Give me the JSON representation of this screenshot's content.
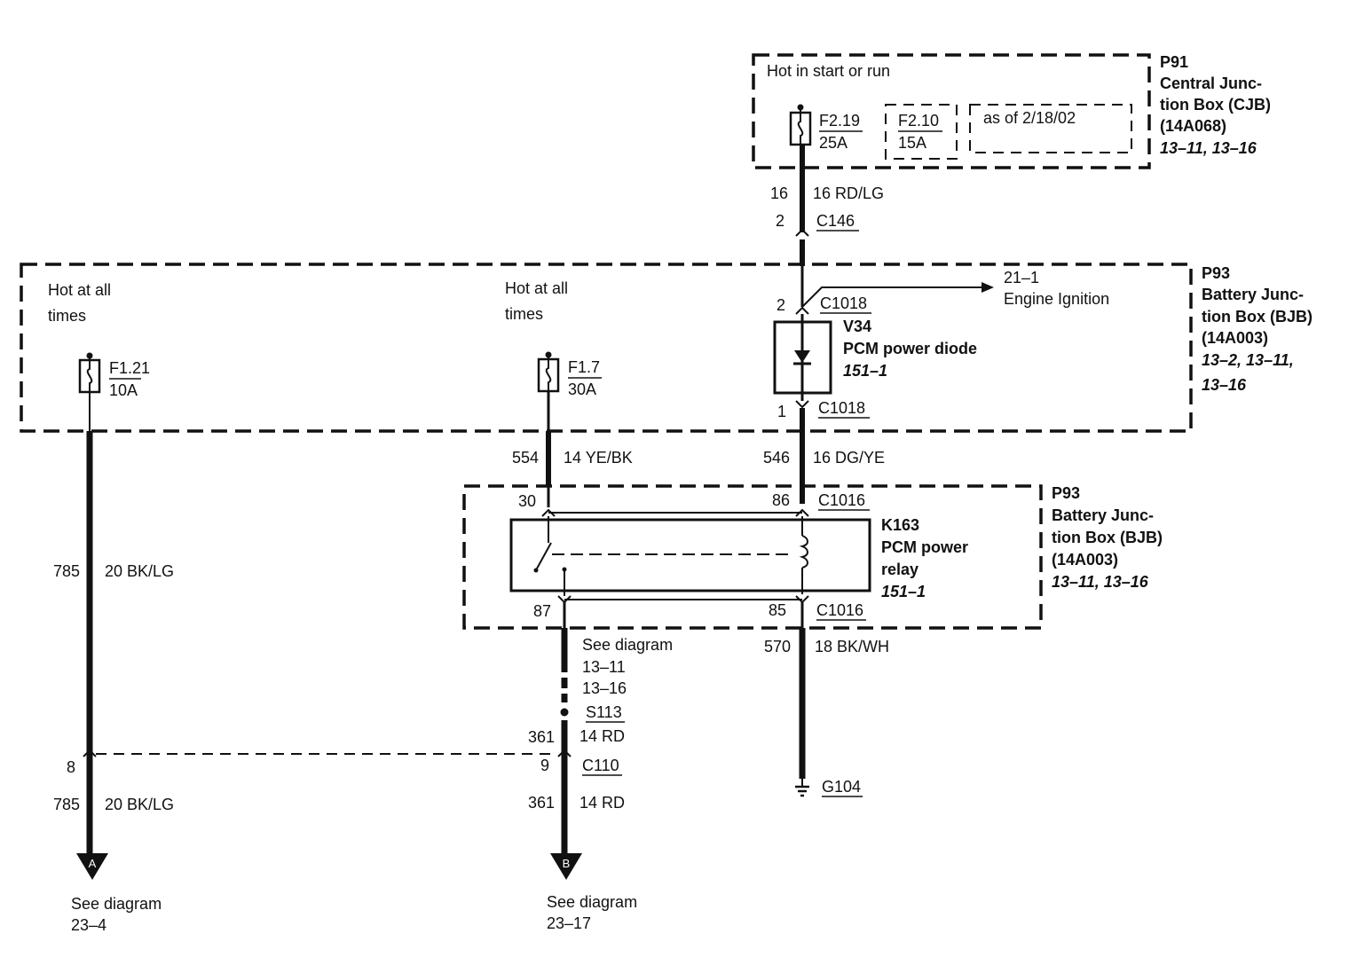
{
  "junction_boxes": {
    "cjb": {
      "id": "P91",
      "name_line1": "Central Junc-",
      "name_line2": "tion Box (CJB)",
      "part": "(14A068)",
      "refs": "13–11, 13–16",
      "supply": "Hot in start or run"
    },
    "bjb_upper": {
      "id": "P93",
      "name_line1": "Battery Junc-",
      "name_line2": "tion Box (BJB)",
      "part": "(14A003)",
      "refs_line1": "13–2, 13–11,",
      "refs_line2": "13–16"
    },
    "bjb_relay": {
      "id": "P93",
      "name_line1": "Battery Junc-",
      "name_line2": "tion Box (BJB)",
      "part": "(14A003)",
      "refs": "13–11, 13–16"
    }
  },
  "fuses": [
    {
      "id": "F2.19",
      "rating": "25A"
    },
    {
      "id": "F2.10",
      "rating": "15A"
    },
    {
      "id": "F1.21",
      "rating": "10A"
    },
    {
      "id": "F1.7",
      "rating": "30A"
    }
  ],
  "notes": {
    "as_of": "as of 2/18/02",
    "hot_left_line1": "Hot at all",
    "hot_left_line2": "times",
    "hot_mid_line1": "Hot at all",
    "hot_mid_line2": "times"
  },
  "circuits": {
    "c16": {
      "number": "16",
      "wire": "16 RD/LG"
    },
    "c546": {
      "number": "546",
      "wire": "16 DG/YE"
    },
    "c554": {
      "number": "554",
      "wire": "14 YE/BK"
    },
    "c785_upper": {
      "number": "785",
      "wire": "20 BK/LG"
    },
    "c785_lower": {
      "number": "785",
      "wire": "20 BK/LG"
    },
    "c570": {
      "number": "570",
      "wire": "18 BK/WH"
    },
    "c361_upper": {
      "number": "361",
      "wire": "14 RD"
    },
    "c361_lower": {
      "number": "361",
      "wire": "14 RD"
    }
  },
  "connectors": {
    "c146": {
      "name": "C146",
      "pin": "2"
    },
    "c1018_top": {
      "name": "C1018",
      "pin": "2"
    },
    "c1018_bottom": {
      "name": "C1018",
      "pin": "1"
    },
    "c1016_86": {
      "name": "C1016",
      "pin": "86"
    },
    "c1016_85": {
      "name": "C1016",
      "pin": "85"
    },
    "pin30": "30",
    "pin87": "87",
    "c110": {
      "name": "C110",
      "pin_left": "8",
      "pin_right": "9"
    }
  },
  "components": {
    "diode": {
      "id": "V34",
      "name": "PCM power diode",
      "ref": "151–1"
    },
    "relay": {
      "id": "K163",
      "name_line1": "PCM power",
      "name_line2": "relay",
      "ref": "151–1"
    }
  },
  "engine_ignition": {
    "ref": "21–1",
    "label": "Engine Ignition"
  },
  "see_diagram_87": {
    "line1": "See diagram",
    "line2": "13–11",
    "line3": "13–16"
  },
  "splice": {
    "id": "S113"
  },
  "ground": {
    "id": "G104"
  },
  "offpage": {
    "a": {
      "letter": "A",
      "line1": "See diagram",
      "line2": "23–4"
    },
    "b": {
      "letter": "B",
      "line1": "See diagram",
      "line2": "23–17"
    }
  }
}
